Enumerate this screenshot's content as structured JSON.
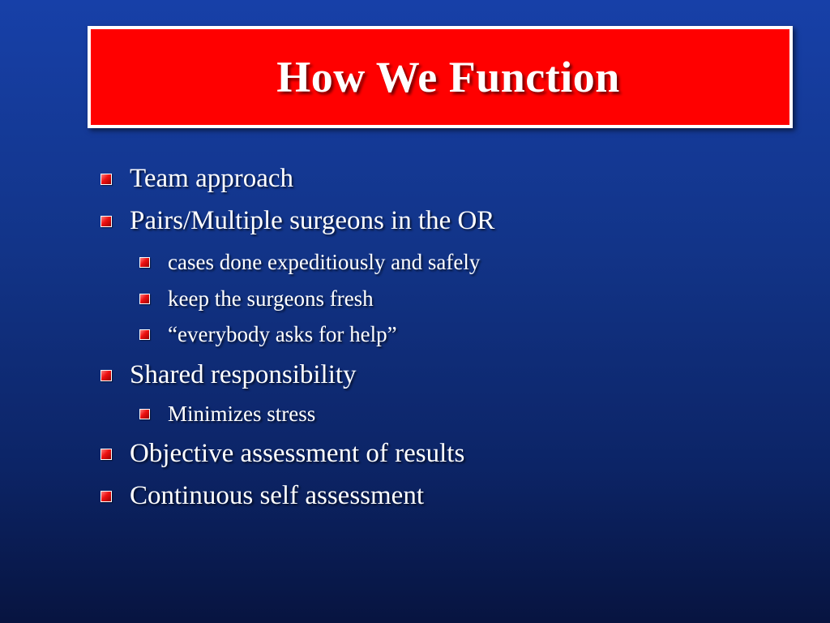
{
  "slide": {
    "title": "How We Function",
    "colors": {
      "background_top": "#1740a8",
      "background_bottom": "#071440",
      "title_box": "#ff0000",
      "title_border": "#ffffff",
      "text": "#ffffff",
      "bullet_marker": "#ee1111"
    },
    "bullets": [
      {
        "level": 1,
        "text": "Team approach"
      },
      {
        "level": 1,
        "text": "Pairs/Multiple surgeons in the OR"
      },
      {
        "level": 2,
        "text": "cases done expeditiously and safely"
      },
      {
        "level": 2,
        "text": "keep the surgeons fresh"
      },
      {
        "level": 2,
        "text": "“everybody asks for help”"
      },
      {
        "level": 1,
        "text": "Shared responsibility"
      },
      {
        "level": 2,
        "text": "Minimizes stress"
      },
      {
        "level": 1,
        "text": "Objective assessment of results"
      },
      {
        "level": 1,
        "text": "Continuous self assessment"
      }
    ]
  }
}
